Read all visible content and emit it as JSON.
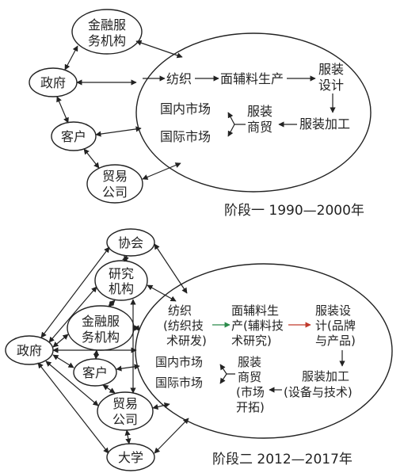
{
  "stage1": {
    "caption": "阶段一 1990—2000年",
    "nodes": {
      "finance": [
        "金融服",
        "务机构"
      ],
      "government": "政府",
      "customer": "客户",
      "trade": [
        "贸易",
        "公司"
      ],
      "textile": "纺织",
      "fabric": "面辅料生产",
      "design": [
        "服装",
        "设计"
      ],
      "domestic": "国内市场",
      "international": "国际市场",
      "commerce": [
        "服装",
        "商贸"
      ],
      "processing": "服装加工"
    }
  },
  "stage2": {
    "caption": "阶段二 2012—2017年",
    "nodes": {
      "association": "协会",
      "research": [
        "研究",
        "机构"
      ],
      "finance": [
        "金融服",
        "务机构"
      ],
      "government": "政府",
      "customer": "客户",
      "trade": [
        "贸易",
        "公司"
      ],
      "university": "大学",
      "textile": [
        "纺织",
        "(纺织技",
        "术研发)"
      ],
      "fabric": [
        "面辅料生",
        "产(辅料技",
        "术研究)"
      ],
      "design": [
        "服装设",
        "计(品牌",
        "与产品)"
      ],
      "domestic": "国内市场",
      "international": "国际市场",
      "commerce": [
        "服装",
        "商贸",
        "(市场",
        "开拓)"
      ],
      "processing": [
        "服装加工",
        "(设备与技术)"
      ]
    }
  },
  "colors": {
    "ink": "#222222",
    "accent_green": "#2a8a4a",
    "accent_red": "#c0392b"
  }
}
